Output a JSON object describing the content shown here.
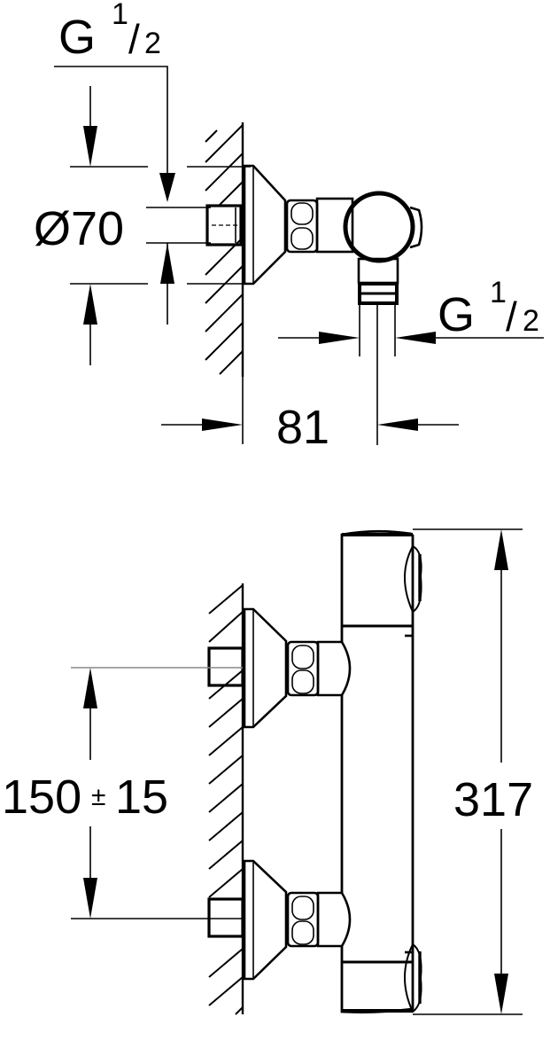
{
  "drawing": {
    "type": "technical-dimension-drawing",
    "subject": "Wall-mounted thermostatic shower mixer",
    "top_view": {
      "inlet_thread": {
        "letter": "G",
        "num": "1",
        "den": "2"
      },
      "escutcheon_diameter": "Ø70",
      "outlet_thread": {
        "letter": "G",
        "num": "1",
        "den": "2"
      },
      "wall_to_outlet_center": "81"
    },
    "front_view": {
      "inlet_spacing": {
        "value": "150",
        "tolerance_symbol": "±",
        "tolerance": "15"
      },
      "overall_height": "317"
    }
  },
  "colors": {
    "line": "#000000",
    "background": "#ffffff"
  }
}
